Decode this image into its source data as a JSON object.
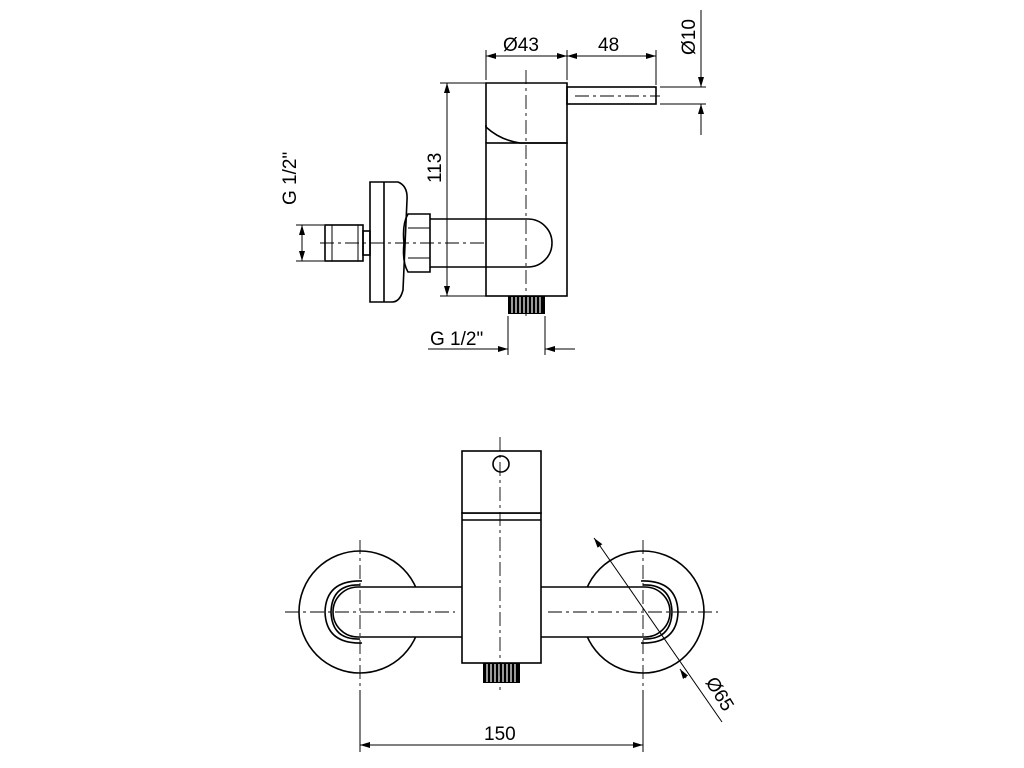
{
  "dimensions": {
    "body_diameter": "Ø43",
    "lever_length": "48",
    "lever_diameter": "Ø10",
    "height": "113",
    "inlet_thread_side": "G 1/2\"",
    "outlet_thread": "G 1/2\"",
    "flange_diameter": "Ø65",
    "center_distance": "150"
  }
}
